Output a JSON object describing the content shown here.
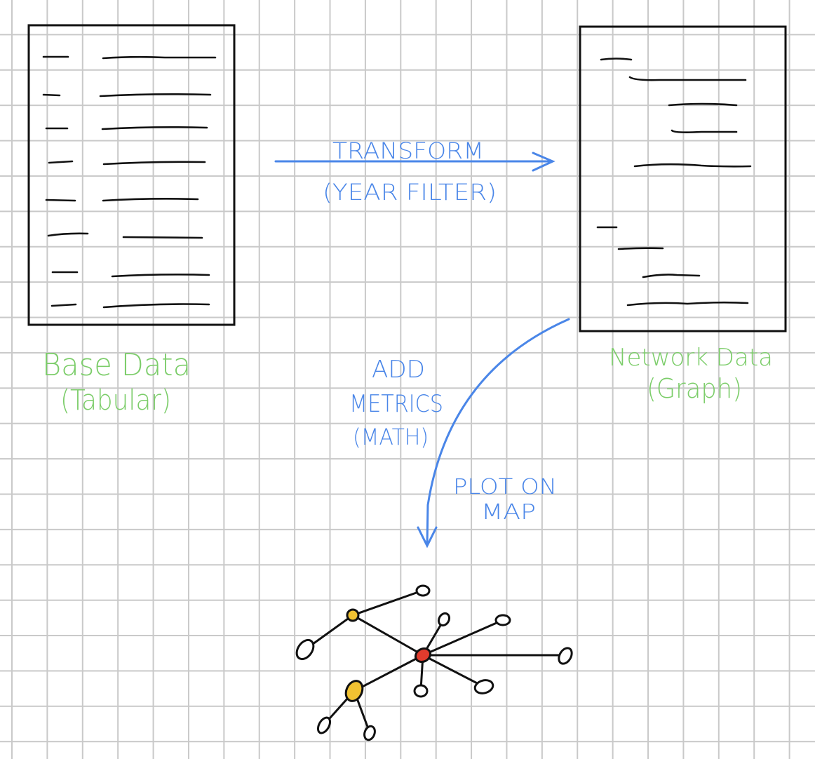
{
  "left_box": {
    "label_line1": "Base Data",
    "label_line2": "(Tabular)"
  },
  "right_box": {
    "label_line1": "Network Data",
    "label_line2": "(Graph)"
  },
  "transform": {
    "line1": "TRANSFORM",
    "line2": "(YEAR FILTER)"
  },
  "add_metrics": {
    "line1": "ADD",
    "line2": "METRICS",
    "line3": "(MATH)"
  },
  "plot": {
    "line1": "PLOT ON",
    "line2": "MAP"
  },
  "colors": {
    "ink": "#111111",
    "arrow": "#4a86e8",
    "label": "#7ccd6a",
    "hub": "#e03b2d",
    "secondary_node": "#f1c232",
    "node": "#ffffff"
  }
}
